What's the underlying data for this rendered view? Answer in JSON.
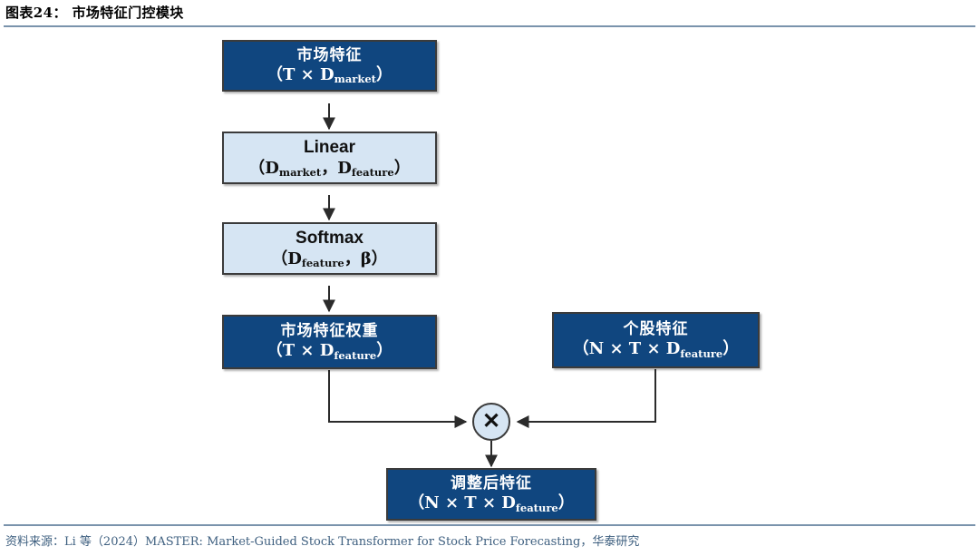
{
  "header": {
    "title": "图表24： 市场特征门控模块"
  },
  "diagram": {
    "type": "flowchart",
    "nodes": [
      {
        "id": "market-feature",
        "style": "dark",
        "line1": "市场特征",
        "line2_prefix": "（T × D",
        "line2_sub": "market",
        "line2_suffix": "）"
      },
      {
        "id": "linear",
        "style": "light",
        "line1": "Linear",
        "line2_prefix": "（D",
        "line2_sub": "market",
        "line2_mid": "，D",
        "line2_sub2": "feature",
        "line2_suffix": "）"
      },
      {
        "id": "softmax",
        "style": "light",
        "line1": "Softmax",
        "line2_prefix": "（D",
        "line2_sub": "feature",
        "line2_suffix": "，β）"
      },
      {
        "id": "market-feature-weight",
        "style": "dark",
        "line1": "市场特征权重",
        "line2_prefix": "（T × D",
        "line2_sub": "feature",
        "line2_suffix": "）"
      },
      {
        "id": "stock-feature",
        "style": "dark",
        "line1": "个股特征",
        "line2_prefix": "（N × T × D",
        "line2_sub": "feature",
        "line2_suffix": "）"
      },
      {
        "id": "adjusted-feature",
        "style": "dark",
        "line1": "调整后特征",
        "line2_prefix": "（N × T × D",
        "line2_sub": "feature",
        "line2_suffix": "）"
      }
    ],
    "operator": {
      "id": "multiply",
      "symbol": "✕"
    }
  },
  "footer": {
    "source": "资料来源：Li 等（2024）MASTER: Market-Guided Stock Transformer for Stock Price Forecasting，华泰研究"
  },
  "colors": {
    "dark_node_fill": "#10467f",
    "light_node_fill": "#d6e5f3",
    "node_border": "#3b3b3b",
    "rule": "#7a93ac",
    "source_text": "#3f6080"
  }
}
